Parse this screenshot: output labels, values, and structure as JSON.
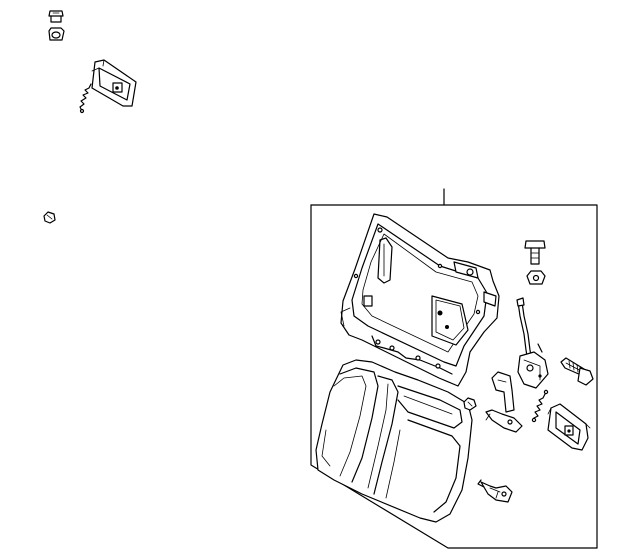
{
  "diagram": {
    "callout_labels": [],
    "parts": [
      {
        "id": "bolt-top-left"
      },
      {
        "id": "nut-top-left"
      },
      {
        "id": "latch-bracket-top-left"
      },
      {
        "id": "spring-top-left"
      },
      {
        "id": "clip-left"
      },
      {
        "id": "seat-back-frame"
      },
      {
        "id": "seat-back-cushion"
      },
      {
        "id": "bolt-right"
      },
      {
        "id": "nut-right"
      },
      {
        "id": "release-cable"
      },
      {
        "id": "latch-assembly"
      },
      {
        "id": "hinge-bolt"
      },
      {
        "id": "bracket"
      },
      {
        "id": "grommet"
      },
      {
        "id": "hook-bracket"
      },
      {
        "id": "spring-right"
      },
      {
        "id": "latch-housing-right"
      },
      {
        "id": "lower-bracket"
      }
    ]
  }
}
